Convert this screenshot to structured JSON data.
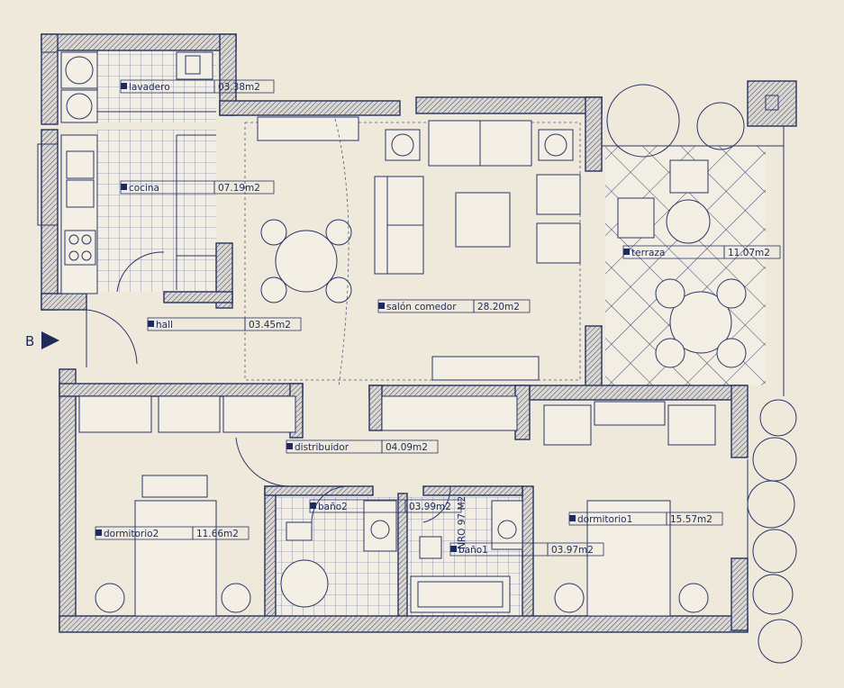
{
  "entrance": {
    "marker": "B"
  },
  "rooms": [
    {
      "id": "lavadero",
      "name": "lavadero",
      "area": "03.38m2"
    },
    {
      "id": "cocina",
      "name": "cocina",
      "area": "07.19m2"
    },
    {
      "id": "terraza",
      "name": "terraza",
      "area": "11.07m2"
    },
    {
      "id": "salon",
      "name": "salón comedor",
      "area": "28.20m2"
    },
    {
      "id": "hall",
      "name": "hall",
      "area": "03.45m2"
    },
    {
      "id": "distribuidor",
      "name": "distribuidor",
      "area": "04.09m2"
    },
    {
      "id": "bano2",
      "name": "baño2",
      "area": "03.99m2"
    },
    {
      "id": "dormitorio1",
      "name": "dormitorio1",
      "area": "15.57m2"
    },
    {
      "id": "dormitorio2",
      "name": "dormitorio2",
      "area": "11.66m2"
    },
    {
      "id": "bano1",
      "name": "baño1",
      "area": "03.97m2"
    }
  ],
  "vertical_note": "NRO 97 M2",
  "colors": {
    "ink": "#25305e",
    "paper": "#efe9dc"
  }
}
